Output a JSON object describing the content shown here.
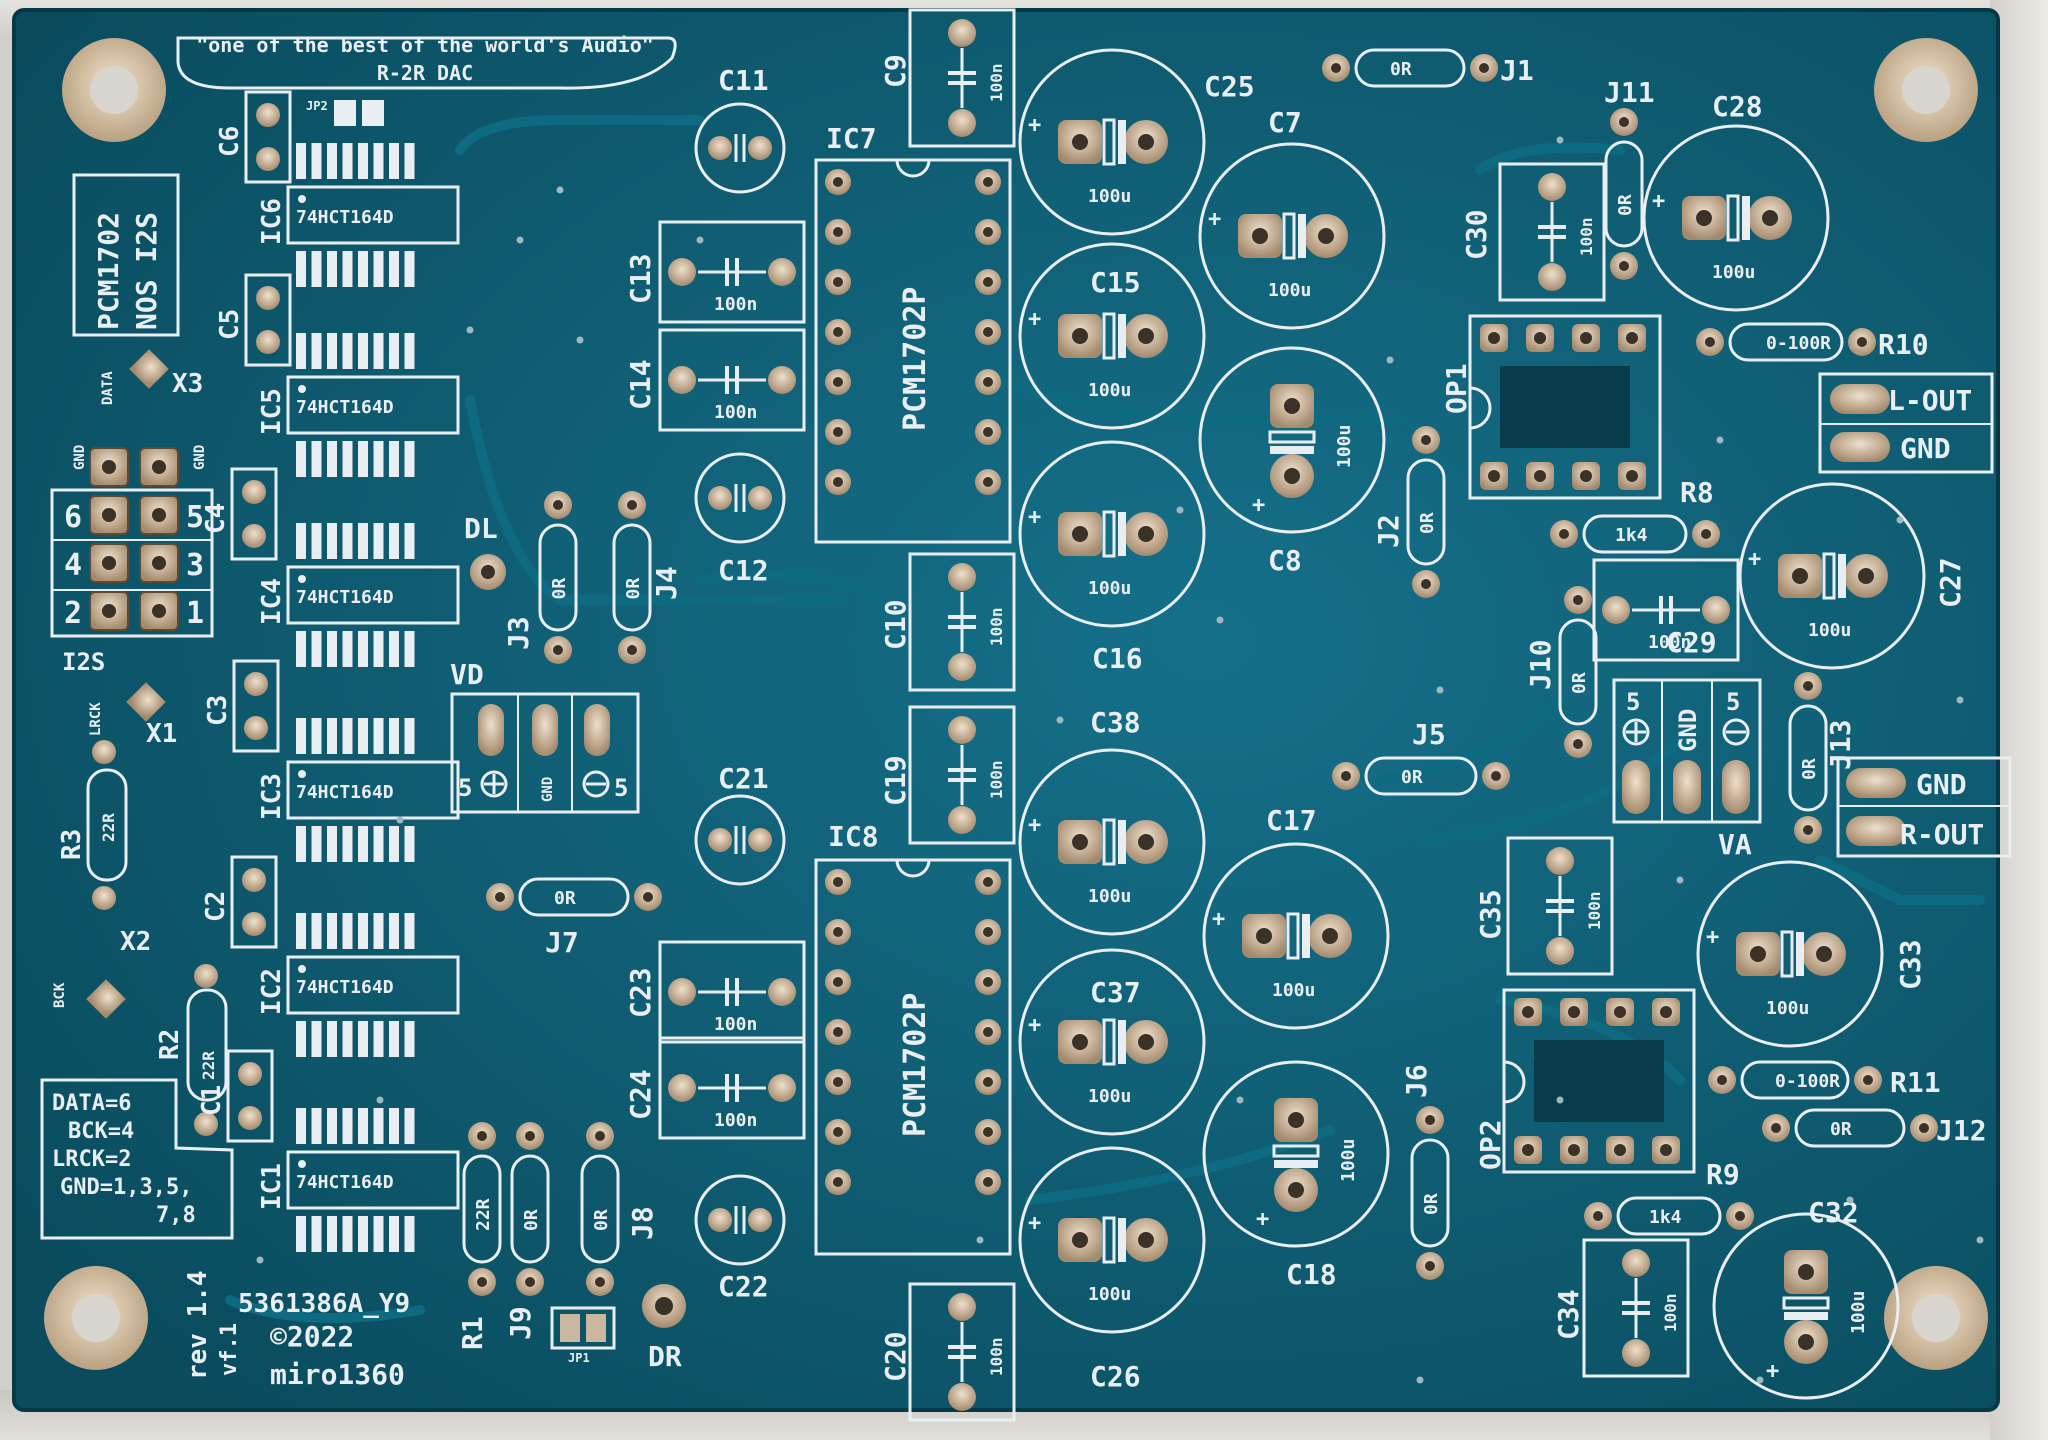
{
  "slogan": {
    "line1": "\"one of the best of the world's Audio\"",
    "line2": "R-2R DAC"
  },
  "side_label": {
    "line1": "PCM1702",
    "line2": "NOS I2S"
  },
  "chips": {
    "dac": [
      "PCM1702P",
      "PCM1702P"
    ],
    "shift_register": [
      "74HCT164D",
      "74HCT164D",
      "74HCT164D",
      "74HCT164D",
      "74HCT164D",
      "74HCT164D"
    ]
  },
  "refdes": {
    "IC1": "IC1",
    "IC2": "IC2",
    "IC3": "IC3",
    "IC4": "IC4",
    "IC5": "IC5",
    "IC6": "IC6",
    "IC7": "IC7",
    "IC8": "IC8",
    "C1": "C1",
    "C2": "C2",
    "C3": "C3",
    "C4": "C4",
    "C5": "C5",
    "C6": "C6",
    "C7": "C7",
    "C8": "C8",
    "C9": "C9",
    "C10": "C10",
    "C11": "C11",
    "C12": "C12",
    "C13": "C13",
    "C14": "C14",
    "C15": "C15",
    "C16": "C16",
    "C17": "C17",
    "C18": "C18",
    "C19": "C19",
    "C20": "C20",
    "C21": "C21",
    "C22": "C22",
    "C23": "C23",
    "C24": "C24",
    "C25": "C25",
    "C26": "C26",
    "C27": "C27",
    "C28": "C28",
    "C29": "C29",
    "C30": "C30",
    "C32": "C32",
    "C33": "C33",
    "C34": "C34",
    "C35": "C35",
    "C37": "C37",
    "C38": "C38",
    "J1": "J1",
    "J2": "J2",
    "J3": "J3",
    "J4": "J4",
    "J5": "J5",
    "J6": "J6",
    "J7": "J7",
    "J8": "J8",
    "J9": "J9",
    "J10": "J10",
    "J11": "J11",
    "J12": "J12",
    "J13": "J13",
    "R1": "R1",
    "R2": "R2",
    "R3": "R3",
    "R8": "R8",
    "R9": "R9",
    "R10": "R10",
    "R11": "R11",
    "OP1": "OP1",
    "OP2": "OP2",
    "X1": "X1",
    "X2": "X2",
    "X3": "X3",
    "DL": "DL",
    "DR": "DR",
    "VD": "VD",
    "VA": "VA",
    "JP1": "JP1",
    "JP2": "JP2",
    "I2S": "I2S"
  },
  "values": {
    "n100": "100n",
    "u100": "100u",
    "zero": "0R",
    "r22": "22R",
    "r1k4": "1k4",
    "trim": "0-100R"
  },
  "connector": {
    "left_pins": [
      "6",
      "4",
      "2"
    ],
    "right_pins": [
      "5",
      "3",
      "1"
    ],
    "gnd": "GND",
    "data": "DATA",
    "lrck": "LRCK",
    "bck": "BCK"
  },
  "outputs": {
    "l_out": "L-OUT",
    "r_out": "R-OUT",
    "gnd": "GND"
  },
  "power": {
    "five": "5",
    "gnd": "GND"
  },
  "pinmap": [
    "DATA=6",
    "BCK=4",
    "LRCK=2",
    "GND=1,3,5,",
    "7,8"
  ],
  "footer": {
    "rev": "rev 1.4",
    "vf": "vf.1",
    "order": "5361386A_Y9",
    "year": "©2022",
    "author": "miro1360"
  },
  "colors": {
    "board": "#0f5f72",
    "board_dark": "#0b4b5d",
    "silk": "#e9eef2",
    "copper": "#c9b7a0",
    "mount": "#d8c2a4"
  }
}
